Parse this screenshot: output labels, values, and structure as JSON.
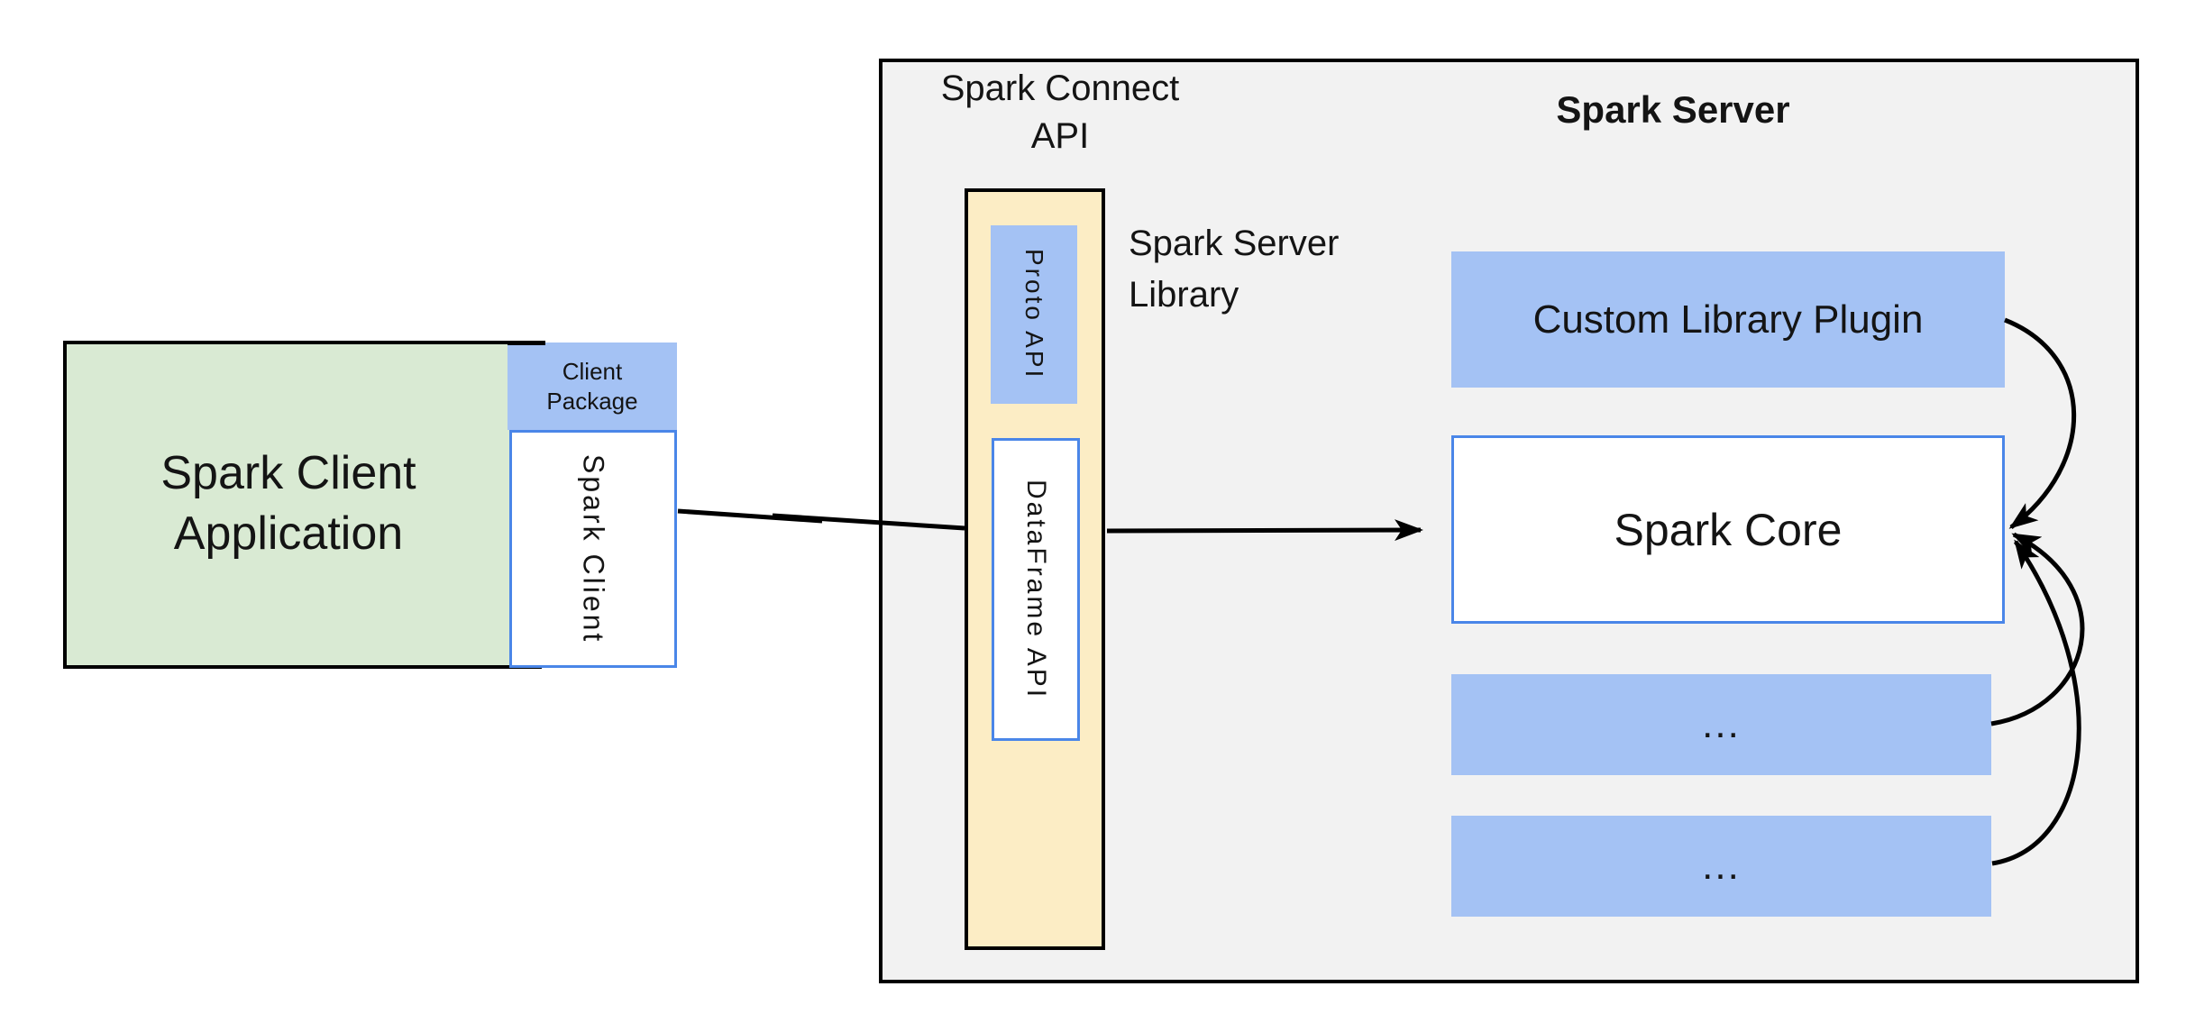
{
  "nodes": {
    "client_app": {
      "label": "Spark Client Application"
    },
    "client_package": {
      "label": "Client Package"
    },
    "spark_client": {
      "label": "Spark Client"
    },
    "connect_api": {
      "label": "Spark Connect API"
    },
    "server_library": {
      "label": "Spark Server Library"
    },
    "proto_api": {
      "label": "Proto API"
    },
    "dataframe_api": {
      "label": "DataFrame API"
    },
    "server_title": {
      "label": "Spark Server"
    },
    "custom_plugin": {
      "label": "Custom Library Plugin"
    },
    "spark_core": {
      "label": "Spark Core"
    },
    "ellipsis_top": {
      "label": "..."
    },
    "ellipsis_bottom": {
      "label": "..."
    }
  },
  "edges": [
    {
      "from": "Spark Client",
      "to": "DataFrame API",
      "style": "straight-arrow"
    },
    {
      "from": "DataFrame API",
      "to": "Spark Core",
      "style": "straight-arrow"
    },
    {
      "from": "Custom Library Plugin",
      "to": "Spark Core",
      "style": "curved-arrow"
    },
    {
      "from": "ellipsis_top",
      "to": "Spark Core",
      "style": "curved-arrow"
    },
    {
      "from": "ellipsis_bottom",
      "to": "Spark Core",
      "style": "curved-arrow"
    }
  ],
  "colors": {
    "green": "#d9ead3",
    "blue": "#a4c2f4",
    "yellow": "#fcedc5",
    "gray": "#f2f2f2",
    "blue-border": "#4a86e8",
    "ink": "#141414",
    "line": "#000000"
  }
}
